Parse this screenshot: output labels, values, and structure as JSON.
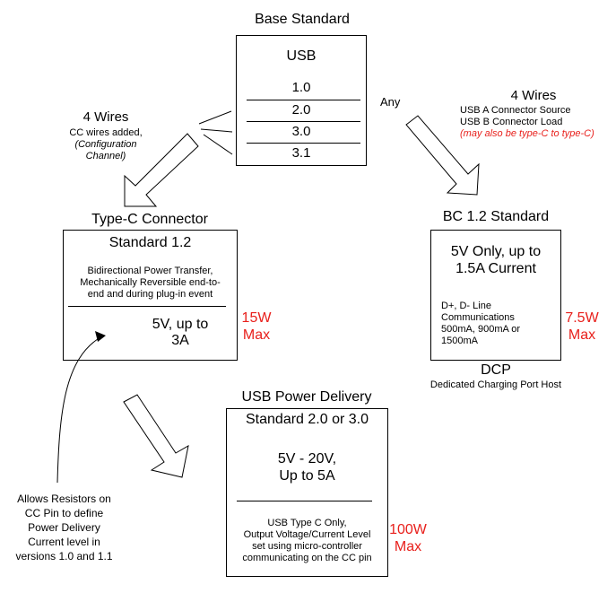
{
  "base": {
    "heading": "Base Standard",
    "title": "USB",
    "versions": [
      "1.0",
      "2.0",
      "3.0",
      "3.1"
    ]
  },
  "any_label": "Any",
  "left_wires": {
    "title": "4 Wires",
    "line1": "CC wires added,",
    "line2": "(Configuration",
    "line3": "Channel)"
  },
  "right_wires": {
    "title": "4 Wires",
    "line1": "USB A Connector Source",
    "line2": "USB B Connector Load",
    "note": "(may also be type-C to type-C)"
  },
  "typec": {
    "heading": "Type-C Connector",
    "standard": "Standard 1.2",
    "desc": [
      "Bidirectional Power Transfer,",
      "Mechanically Reversible end-to-",
      "end and during plug-in event"
    ],
    "spec": [
      "5V, up to",
      "3A"
    ],
    "max": [
      "15W",
      "Max"
    ]
  },
  "bc": {
    "heading": "BC 1.2 Standard",
    "spec": [
      "5V Only, up to",
      "1.5A Current"
    ],
    "desc": [
      "D+, D- Line",
      "Communications",
      "500mA, 900mA or",
      "1500mA"
    ],
    "max": [
      "7.5W",
      "Max"
    ],
    "footer_title": "DCP",
    "footer_sub": "Dedicated Charging Port Host"
  },
  "pd": {
    "heading": "USB Power Delivery",
    "standard": "Standard 2.0 or 3.0",
    "spec": [
      "5V - 20V,",
      "Up to 5A"
    ],
    "desc": [
      "USB Type C Only,",
      "Output Voltage/Current Level",
      "set using micro-controller",
      "communicating on the CC pin"
    ],
    "max": [
      "100W",
      "Max"
    ]
  },
  "resistor_note": [
    "Allows Resistors on",
    "CC Pin to define",
    "Power Delivery",
    "Current level in",
    "versions 1.0 and 1.1"
  ],
  "colors": {
    "accent_red": "#e8201c",
    "line": "#000000"
  }
}
